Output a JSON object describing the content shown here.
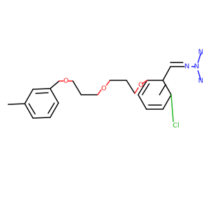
{
  "atoms": {
    "O1": {
      "label": "O",
      "color": "#ff1a1a"
    },
    "O2": {
      "label": "O",
      "color": "#ff1a1a"
    },
    "O3": {
      "label": "O",
      "color": "#ff1a1a"
    },
    "N_imine": {
      "label": "N",
      "color": "#1f1fff"
    },
    "N_ring1": {
      "label": "N",
      "color": "#1f1fff"
    },
    "N_ring2": {
      "label": "N",
      "color": "#1f1fff"
    },
    "N_ring3": {
      "label": "N",
      "color": "#1f1fff"
    },
    "Cl": {
      "label": "Cl",
      "color": "#1fb51f"
    }
  },
  "bond_color": "#000000"
}
